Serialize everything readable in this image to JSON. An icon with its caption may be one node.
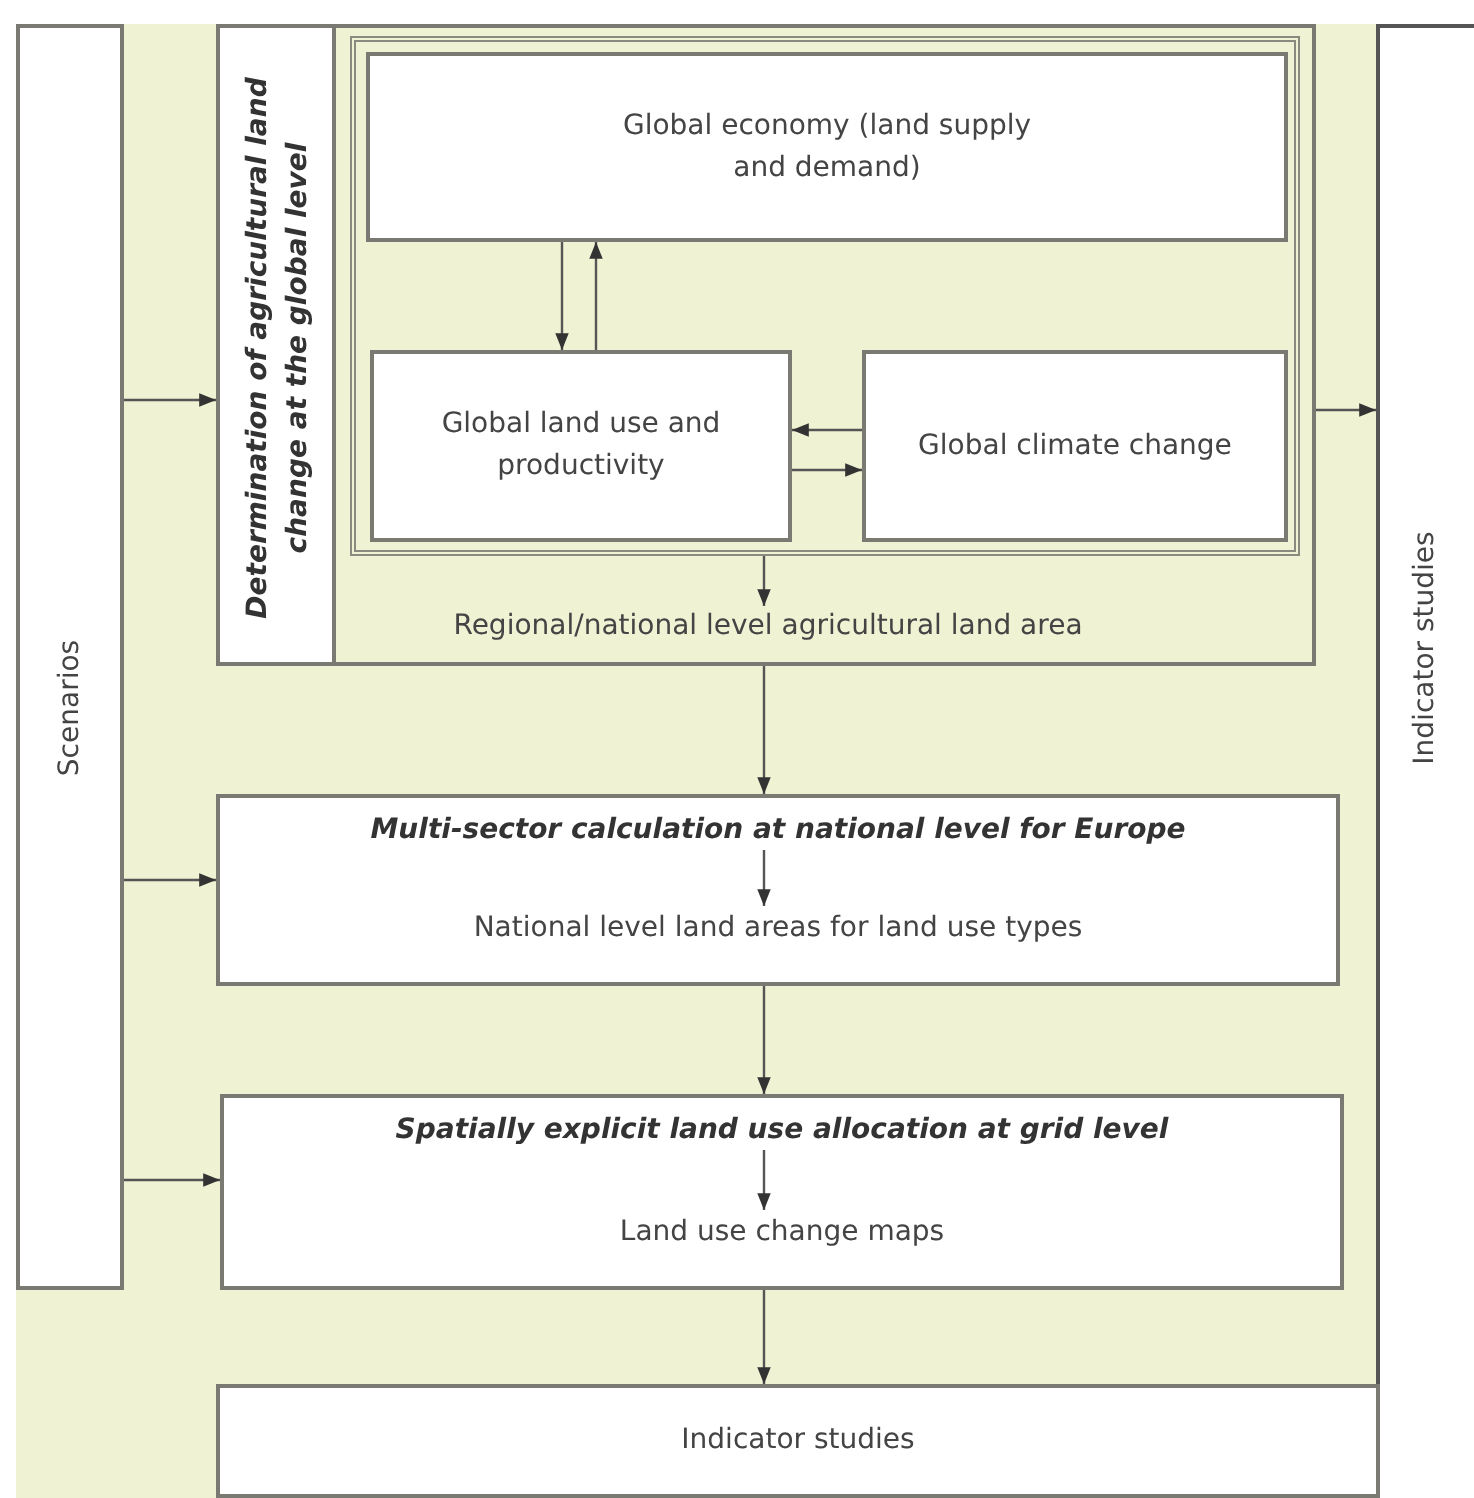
{
  "diagram": {
    "nodes": [
      {
        "text": [
          "Scenarios"
        ]
      },
      {
        "text": [
          "Determination of agricultural land change at the global level"
        ]
      },
      {
        "text": [],
        "shape": "box",
        "in": 1
      },
      {
        "text": [
          "Global economy (land supply and demand)"
        ],
        "in": 2
      },
      {
        "text": [
          "Global land use and productivity"
        ],
        "in": 2
      },
      {
        "text": [
          "Global climate change"
        ],
        "in": 2
      },
      {
        "text": [
          "Regional/national level agricultural land area"
        ],
        "in": 1
      },
      {
        "text": [],
        "shape": "box"
      },
      {
        "text": [
          "Multi-sector calculation at national level for Europe"
        ],
        "in": 7
      },
      {
        "text": [
          "National level land areas for land use types"
        ],
        "in": 7
      },
      {
        "text": [],
        "shape": "box"
      },
      {
        "text": [
          "Spatially explicit land use allocation at grid level"
        ],
        "in": 10
      },
      {
        "text": [
          "Land use change maps"
        ],
        "in": 10
      },
      {
        "text": [
          "Indicator studies"
        ]
      },
      {
        "text": [
          "Indicator studies"
        ]
      }
    ],
    "edges": [
      {
        "from": 0,
        "to": 1,
        "arrow": "to"
      },
      {
        "from": 3,
        "to": 4,
        "arrow": "to"
      },
      {
        "from": 4,
        "to": 3,
        "arrow": "to"
      },
      {
        "from": 5,
        "to": 4,
        "arrow": "to"
      },
      {
        "from": 4,
        "to": 5,
        "arrow": "to"
      },
      {
        "from": 2,
        "to": 6,
        "arrow": "to"
      },
      {
        "from": 1,
        "to": 14,
        "arrow": "to"
      },
      {
        "from": 1,
        "to": 7,
        "arrow": "to"
      },
      {
        "from": 0,
        "to": 7,
        "arrow": "to"
      },
      {
        "from": 8,
        "to": 9,
        "arrow": "to"
      },
      {
        "from": 7,
        "to": 10,
        "arrow": "to"
      },
      {
        "from": 0,
        "to": 10,
        "arrow": "to"
      },
      {
        "from": 11,
        "to": 12,
        "arrow": "to"
      },
      {
        "from": 10,
        "to": 13,
        "arrow": "to"
      }
    ]
  }
}
